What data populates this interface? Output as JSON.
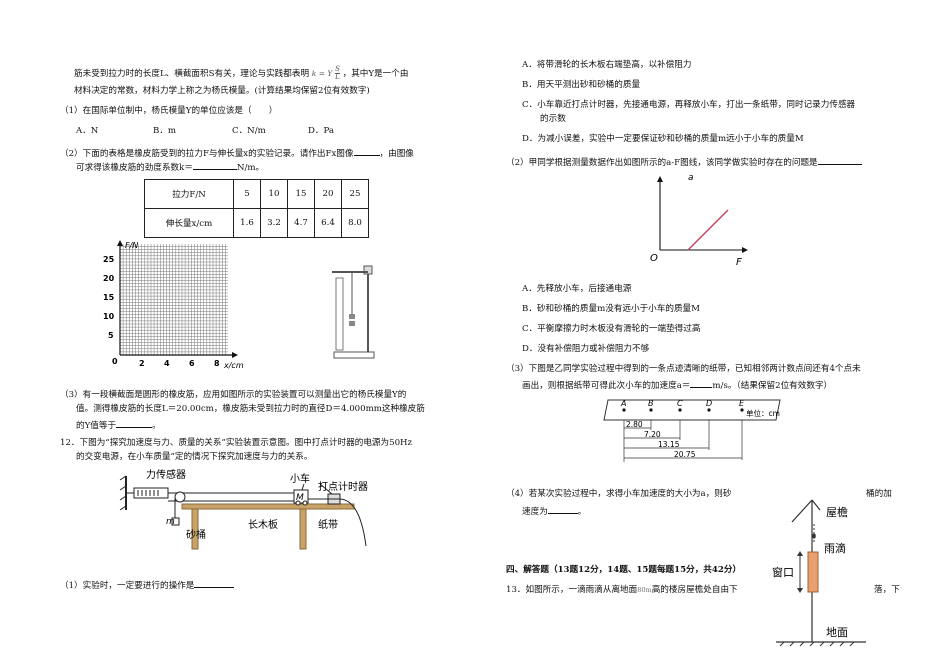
{
  "left": {
    "intro_line1": "筋未受到拉力时的长度L、横截面积S有关，理论与实践都表明",
    "intro_formula_lhs": "k = Y",
    "intro_formula_num": "S",
    "intro_formula_den": "L",
    "intro_line1_tail": "，其中Y是一个由",
    "intro_line2": "材料决定的常数，材料力学上称之为杨氏模量。(计算结果均保留2位有效数字)",
    "q1": "（1）在国际单位制中，杨氏模量Y的单位应该是（　　）",
    "q1_options": [
      "A．N",
      "B．m",
      "C．N/m",
      "D．Pa"
    ],
    "q2_line1a": "（2）下面的表格是橡皮筋受到的拉力F与伸长量x的实验记录。请作出Fx图像",
    "q2_line1b": "，由图像",
    "q2_line2a": "可求得该橡皮筋的劲度系数k＝",
    "q2_line2b": "N/m。",
    "table": {
      "row1_label": "拉力F/N",
      "row1_values": [
        "5",
        "10",
        "15",
        "20",
        "25"
      ],
      "row2_label": "伸长量x/cm",
      "row2_values": [
        "1.6",
        "3.2",
        "4.7",
        "6.4",
        "8.0"
      ]
    },
    "grid": {
      "y_label": "F/N",
      "x_label": "x/cm",
      "y_ticks": [
        "25",
        "20",
        "15",
        "10",
        "5"
      ],
      "x_ticks": [
        "2",
        "4",
        "6",
        "8"
      ],
      "origin": "0"
    },
    "q3_line1": "（3）有一段横截面是圆形的橡皮筋，应用如图所示的实验装置可以测量出它的杨氏模量Y的",
    "q3_line2": "值。测得橡皮筋的长度L＝20.00cm，橡皮筋未受到拉力时的直径D＝4.000mm这种橡皮筋",
    "q3_line3a": "的Y值等于",
    "q3_line3b": "。",
    "q12_line1": "12．下图为“探究加速度与力、质量的关系”实验装置示意图。图中打点计时器的电源为50Hz",
    "q12_line2": "的交变电源，在小车质量”定的情况下探究加速度与力的关系。",
    "apparatus": {
      "force_sensor": "力传感器",
      "cart": "小车",
      "timer": "打点计时器",
      "m_label": "m",
      "M_label": "M",
      "bucket": "砂桶",
      "board": "长木板",
      "tape": "纸带"
    },
    "q12_1": "（1）实验时，一定要进行的操作是"
  },
  "right": {
    "options_a": [
      "A．将带滑轮的长木板右端垫高，以补偿阻力",
      "B．用天平测出砂和砂桶的质量",
      "C．小车靠近打点计时器，先接通电源，再释放小车，打出一条纸带，同时记录力传感器",
      "的示数",
      "D．为减小误差，实验中一定要保证砂和砂桶的质量m远小于小车的质量M"
    ],
    "q2_text": "（2）甲同学根据测量数据作出如图所示的a-F图线，该同学做实验时存在的问题是",
    "af_graph": {
      "y_label": "a",
      "x_label": "F",
      "origin": "O"
    },
    "options_b": [
      "A．先释放小车，后接通电源",
      "B．砂和砂桶的质量m没有远小于小车的质量M",
      "C．平衡摩擦力时木板没有滑轮的一端垫得过高",
      "D．没有补偿阻力或补偿阻力不够"
    ],
    "q3_line1": "（3）下图是乙同学实验过程中得到的一条点迹清晰的纸带，已知相邻两计数点间还有4个点未",
    "q3_line2a": "画出，则根据纸带可得此次小车的加速度a＝",
    "q3_line2b": "m/s。（结果保留2位有效数字）",
    "tape": {
      "points": [
        "A",
        "B",
        "C",
        "D",
        "E"
      ],
      "unit": "单位：cm",
      "distances": [
        "2.80",
        "7.20",
        "13.15",
        "20.75"
      ]
    },
    "q4_line1a": "（4）若某次实验过程中，求得小车加速度的大小为a，则砂",
    "q4_line1b": "桶的加",
    "q4_line2a": "速度为",
    "q4_line2b": "。",
    "section": "四、解答题（13题12分，14题、15题每题15分，共42分）",
    "q13a": "13．如图所示，一滴雨滴从离地面",
    "q13_mid": "80m",
    "q13b": "高的楼房屋檐处自由下",
    "q13c": "落，下",
    "house": {
      "eave": "屋檐",
      "raindrop": "雨滴",
      "window": "窗口",
      "ground": "地面"
    }
  }
}
